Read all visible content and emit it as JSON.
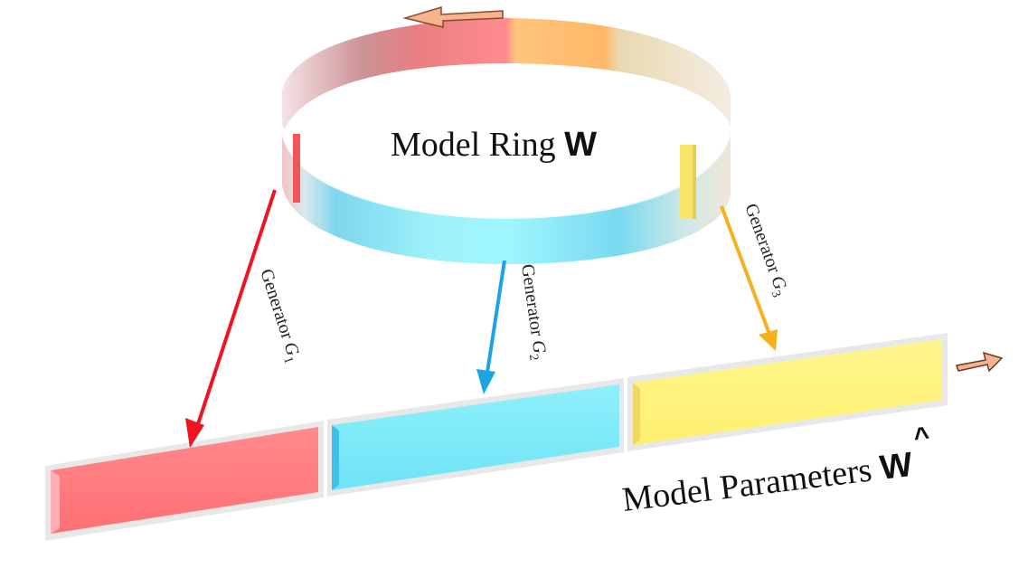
{
  "ring": {
    "label": "Model Ring",
    "symbol": "W"
  },
  "params": {
    "label": "Model Parameters",
    "symbol": "W",
    "hat": "^"
  },
  "generators": [
    {
      "word": "Generator",
      "var": "G",
      "sub": "1",
      "color": "#f0141e"
    },
    {
      "word": "Generator",
      "var": "G",
      "sub": "2",
      "color": "#1ca3e3"
    },
    {
      "word": "Generator",
      "var": "G",
      "sub": "3",
      "color": "#f5b21f"
    }
  ],
  "colors": {
    "red_segment": "#ff7d80",
    "blue_segment": "#7ce8f8",
    "yellow_segment": "#fff27a",
    "direction_arrow": "#f5b48e"
  }
}
